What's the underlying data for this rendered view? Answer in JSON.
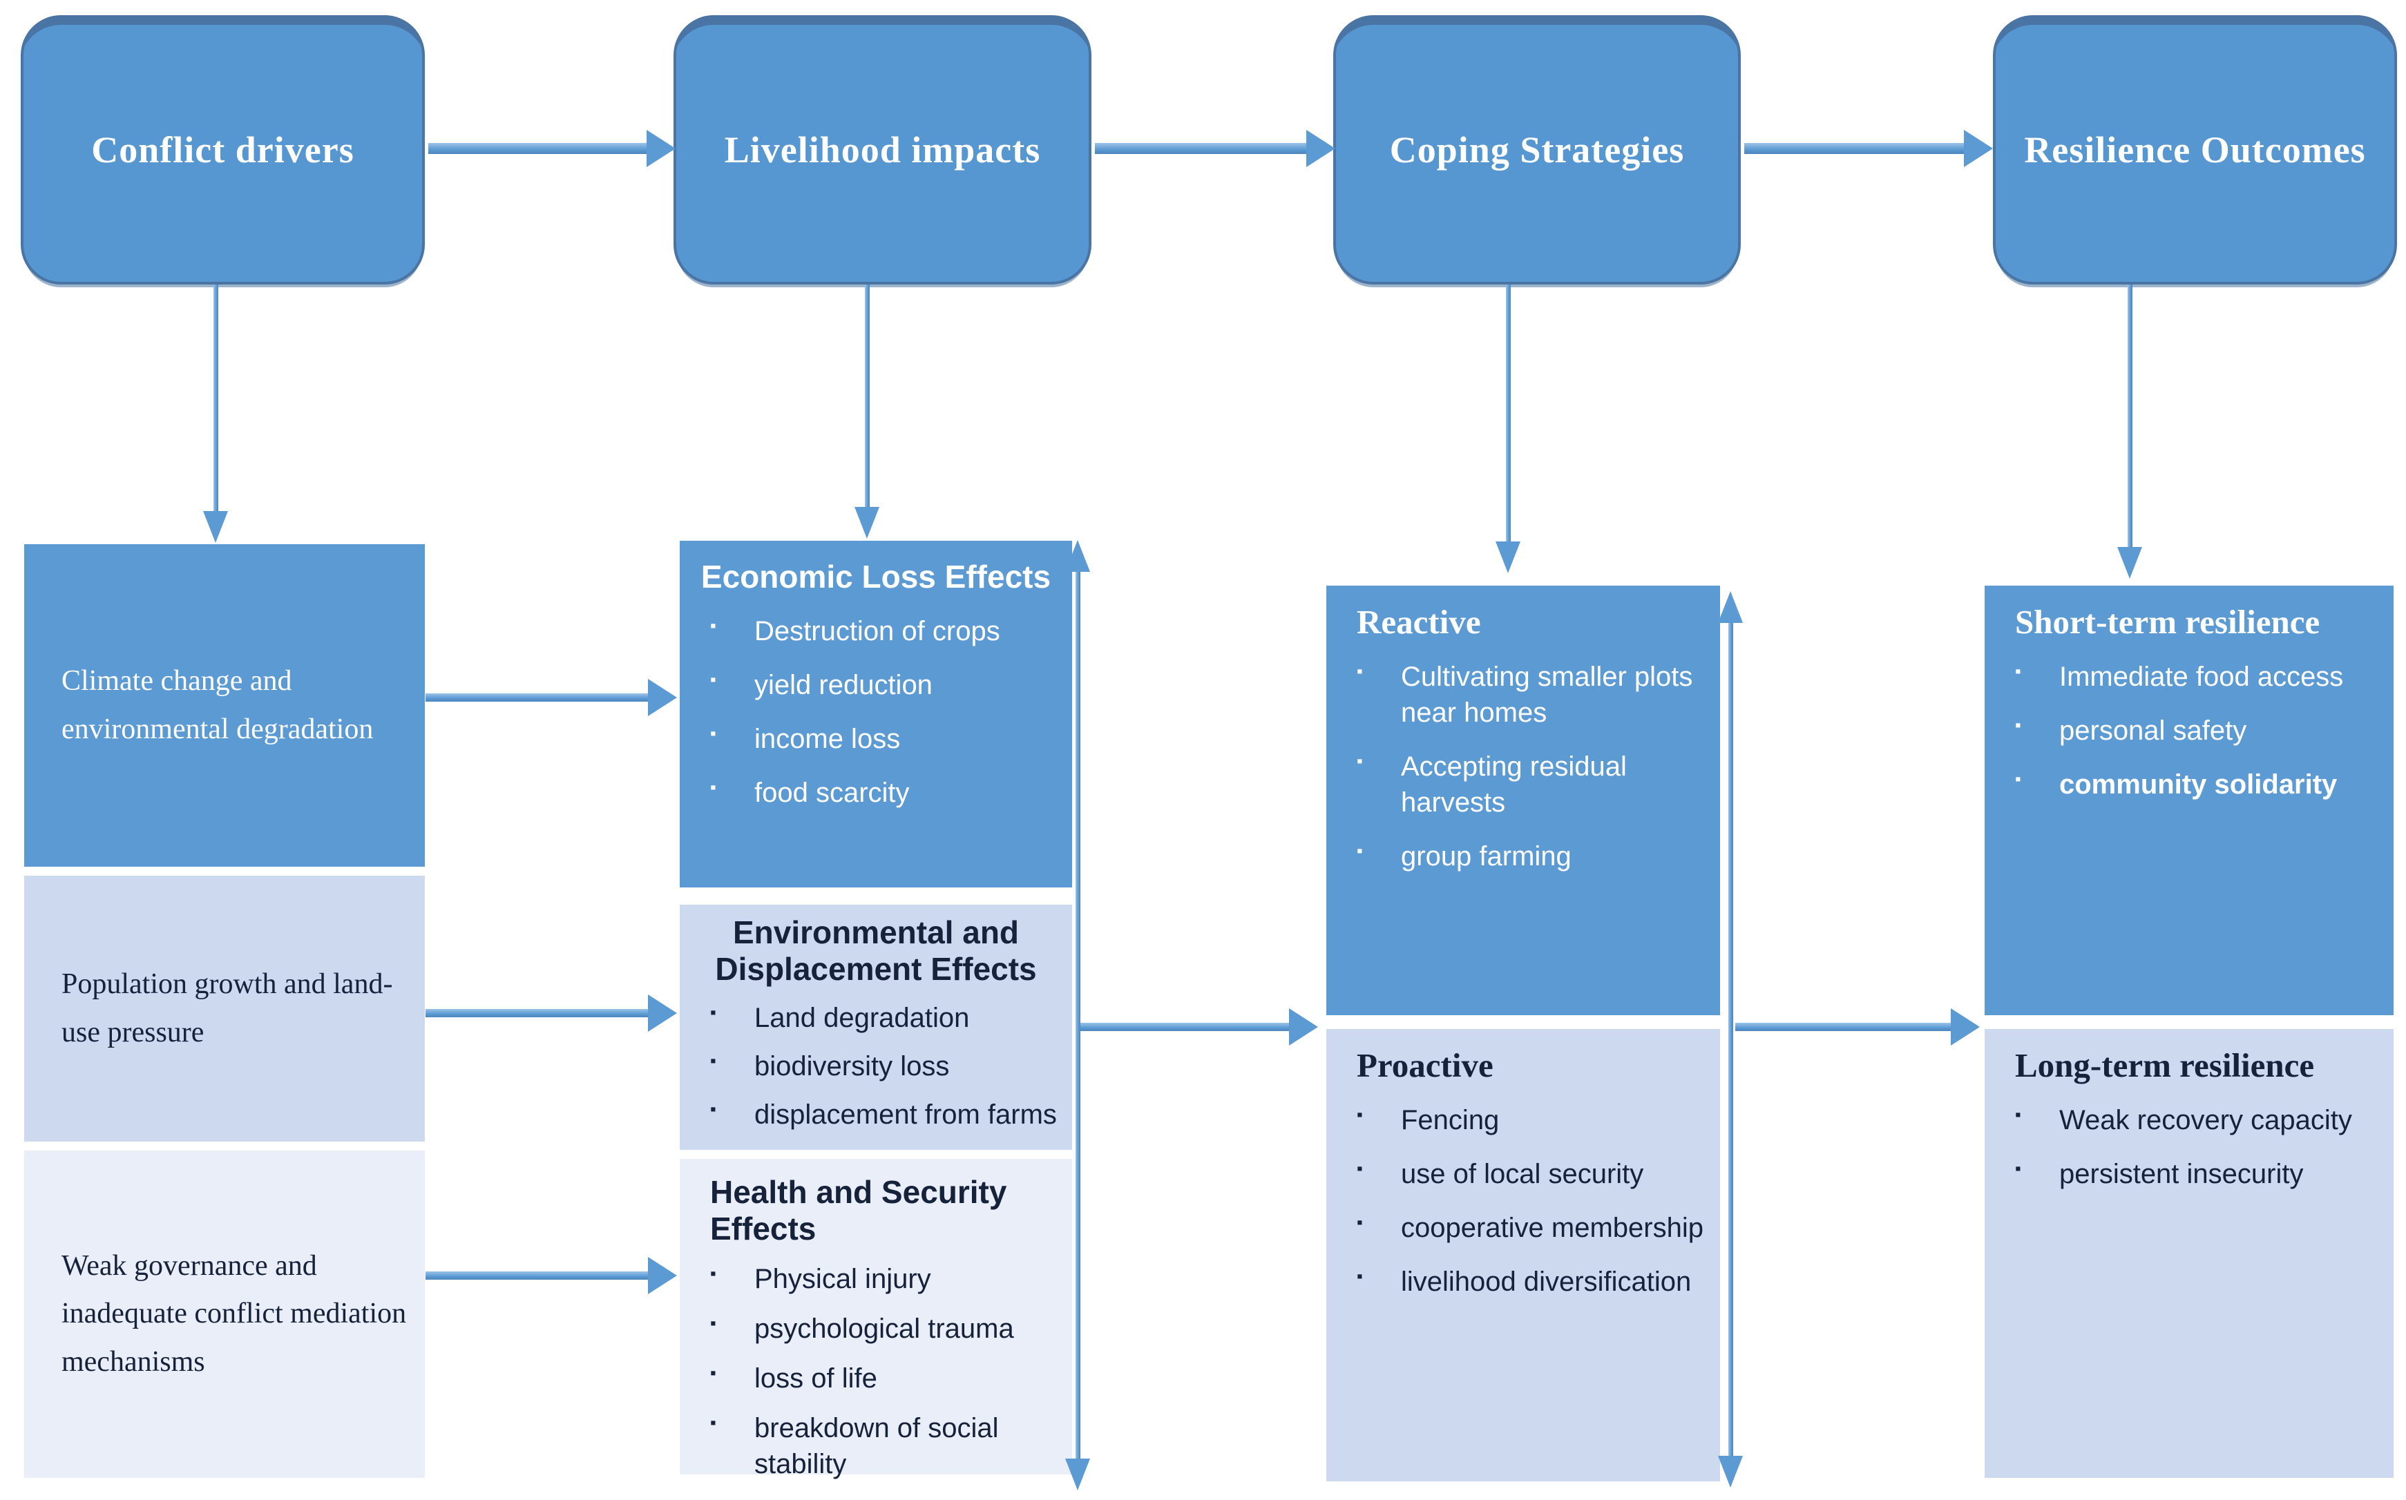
{
  "headers": [
    {
      "label": "Conflict drivers"
    },
    {
      "label": "Livelihood impacts"
    },
    {
      "label": "Coping Strategies"
    },
    {
      "label": "Resilience Outcomes"
    }
  ],
  "conflict_drivers": {
    "boxes": [
      {
        "text": "Climate change and environmental degradation"
      },
      {
        "text": "Population growth and land-use pressure"
      },
      {
        "text": "Weak governance and inadequate conflict mediation mechanisms"
      }
    ]
  },
  "livelihood_impacts": {
    "economic": {
      "title": "Economic Loss Effects",
      "bullets": [
        "Destruction of crops",
        "yield reduction",
        "income loss",
        "food scarcity"
      ]
    },
    "environmental": {
      "title": "Environmental and Displacement Effects",
      "bullets": [
        "Land degradation",
        "biodiversity loss",
        "displacement from farms"
      ]
    },
    "health": {
      "title": "Health and Security Effects",
      "bullets": [
        "Physical injury",
        "psychological trauma",
        "loss of life",
        "breakdown of social stability"
      ]
    }
  },
  "coping_strategies": {
    "reactive": {
      "title": "Reactive",
      "bullets": [
        "Cultivating smaller plots near homes",
        "Accepting residual harvests",
        "group farming"
      ]
    },
    "proactive": {
      "title": "Proactive",
      "bullets": [
        "Fencing",
        "use of local security",
        "cooperative membership",
        "livelihood diversification"
      ]
    }
  },
  "resilience_outcomes": {
    "short_term": {
      "title": "Short-term resilience",
      "bullets": [
        "Immediate food access",
        "personal safety",
        "community solidarity"
      ]
    },
    "long_term": {
      "title": "Long-term resilience",
      "bullets": [
        "Weak recovery capacity",
        "persistent insecurity"
      ]
    }
  },
  "colors": {
    "header_fill": "#5697d2",
    "header_border": "#4a74a3",
    "box_blue": "#5b9ad3",
    "box_light": "#ccd9ee",
    "box_lighter": "#e9eef8",
    "arrow": "#5b9ad3",
    "text_dark": "#16213a",
    "text_light": "#ffffff"
  }
}
